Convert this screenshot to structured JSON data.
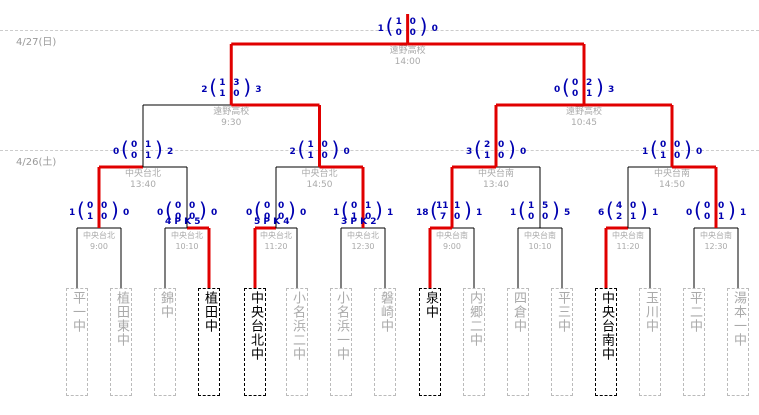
{
  "dates": {
    "day2": "4/27(日)",
    "day1": "4/26(土)"
  },
  "final": {
    "venue": "遠野高校",
    "time": "14:00",
    "left_total": "1",
    "right_total": "0",
    "halves": [
      [
        "1",
        "0"
      ],
      [
        "0",
        "0"
      ]
    ]
  },
  "semis": [
    {
      "venue": "遠野高校",
      "time": "9:30",
      "left_total": "2",
      "right_total": "3",
      "halves": [
        [
          "1",
          "3"
        ],
        [
          "1",
          "0"
        ]
      ]
    },
    {
      "venue": "遠野高校",
      "time": "10:45",
      "left_total": "0",
      "right_total": "3",
      "halves": [
        [
          "0",
          "2"
        ],
        [
          "0",
          "1"
        ]
      ]
    }
  ],
  "quarters": [
    {
      "venue": "中央台北",
      "time": "13:40",
      "left_total": "0",
      "right_total": "2",
      "halves": [
        [
          "0",
          "1"
        ],
        [
          "0",
          "1"
        ]
      ]
    },
    {
      "venue": "中央台北",
      "time": "14:50",
      "left_total": "2",
      "right_total": "0",
      "halves": [
        [
          "1",
          "0"
        ],
        [
          "1",
          "0"
        ]
      ]
    },
    {
      "venue": "中央台南",
      "time": "13:40",
      "left_total": "3",
      "right_total": "0",
      "halves": [
        [
          "2",
          "0"
        ],
        [
          "1",
          "0"
        ]
      ]
    },
    {
      "venue": "中央台南",
      "time": "14:50",
      "left_total": "1",
      "right_total": "0",
      "halves": [
        [
          "0",
          "0"
        ],
        [
          "1",
          "0"
        ]
      ]
    }
  ],
  "round1": [
    {
      "venue": "中央台北",
      "time": "9:00",
      "left_total": "1",
      "right_total": "0",
      "halves": [
        [
          "0",
          "0"
        ],
        [
          "1",
          "0"
        ]
      ],
      "pk": ""
    },
    {
      "venue": "中央台北",
      "time": "10:10",
      "left_total": "0",
      "right_total": "0",
      "halves": [
        [
          "0",
          "0"
        ],
        [
          "0",
          "0"
        ]
      ],
      "pk": "4 P K 5"
    },
    {
      "venue": "中央台北",
      "time": "11:20",
      "left_total": "0",
      "right_total": "0",
      "halves": [
        [
          "0",
          "0"
        ],
        [
          "0",
          "0"
        ]
      ],
      "pk": "5 P K 4"
    },
    {
      "venue": "中央台北",
      "time": "12:30",
      "left_total": "1",
      "right_total": "1",
      "halves": [
        [
          "0",
          "1"
        ],
        [
          "1",
          "0"
        ]
      ],
      "pk": "3 P K 2"
    },
    {
      "venue": "中央台南",
      "time": "9:00",
      "left_total": "18",
      "right_total": "1",
      "halves": [
        [
          "11",
          "1"
        ],
        [
          "7",
          "0"
        ]
      ],
      "pk": ""
    },
    {
      "venue": "中央台南",
      "time": "10:10",
      "left_total": "1",
      "right_total": "5",
      "halves": [
        [
          "1",
          "5"
        ],
        [
          "0",
          "0"
        ]
      ],
      "pk": ""
    },
    {
      "venue": "中央台南",
      "time": "11:20",
      "left_total": "6",
      "right_total": "1",
      "halves": [
        [
          "4",
          "0"
        ],
        [
          "2",
          "1"
        ]
      ],
      "pk": ""
    },
    {
      "venue": "中央台南",
      "time": "12:30",
      "left_total": "0",
      "right_total": "1",
      "halves": [
        [
          "0",
          "0"
        ],
        [
          "0",
          "1"
        ]
      ],
      "pk": ""
    }
  ],
  "teams": [
    {
      "name": "平一中",
      "winner": false
    },
    {
      "name": "植田東中",
      "winner": false
    },
    {
      "name": "錦中",
      "winner": false
    },
    {
      "name": "植田中",
      "winner": true
    },
    {
      "name": "中央台北中",
      "winner": true
    },
    {
      "name": "小名浜二中",
      "winner": false
    },
    {
      "name": "小名浜一中",
      "winner": false
    },
    {
      "name": "磐崎中",
      "winner": false
    },
    {
      "name": "泉中",
      "winner": true
    },
    {
      "name": "内郷二中",
      "winner": false
    },
    {
      "name": "四倉中",
      "winner": false
    },
    {
      "name": "平三中",
      "winner": false
    },
    {
      "name": "中央台南中",
      "winner": true
    },
    {
      "name": "玉川中",
      "winner": false
    },
    {
      "name": "平二中",
      "winner": false
    },
    {
      "name": "湯本一中",
      "winner": false
    }
  ],
  "colors": {
    "winner_line": "#e00000",
    "line": "#000000",
    "score": "#0000b0"
  }
}
